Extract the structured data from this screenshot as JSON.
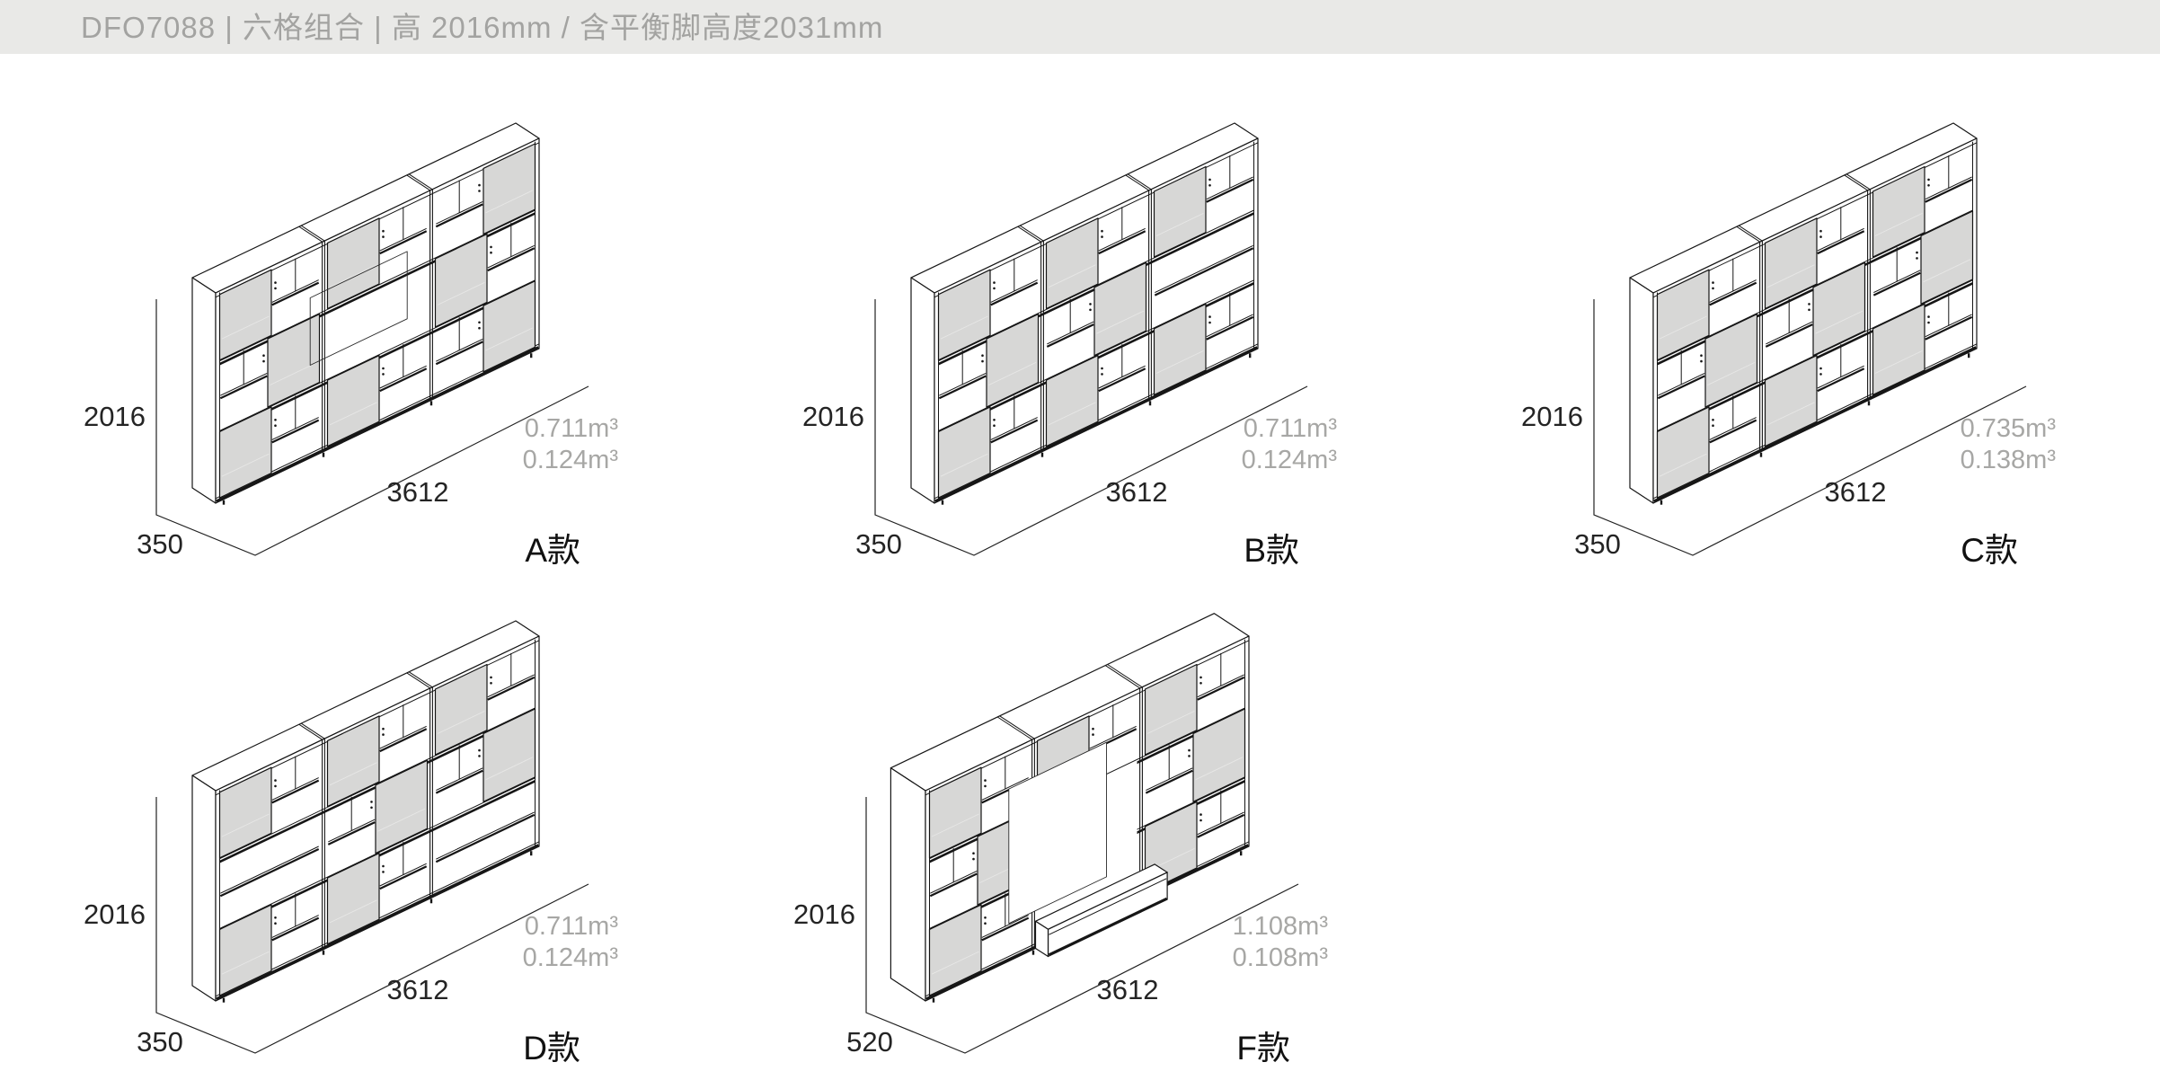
{
  "header": {
    "title": "DFO7088 | 六格组合 | 高 2016mm / 含平衡脚高度2031mm"
  },
  "colors": {
    "header_bg": "#e9e9e7",
    "header_text": "#a3a3a1",
    "line": "#161616",
    "door_fill": "#d7d7d6",
    "muted_text": "#a7a7a5",
    "dim_text": "#242424"
  },
  "variants": [
    {
      "label": "A款",
      "height": "2016",
      "width": "3612",
      "depth": "350",
      "volumes": [
        "0.711m³",
        "0.124m³"
      ],
      "pattern": [
        [
          "L",
          "R",
          "L"
        ],
        [
          "L",
          "void",
          "L"
        ],
        [
          "R",
          "L",
          "R"
        ]
      ],
      "special": null
    },
    {
      "label": "B款",
      "height": "2016",
      "width": "3612",
      "depth": "350",
      "volumes": [
        "0.711m³",
        "0.124m³"
      ],
      "pattern": [
        [
          "L",
          "R",
          "L"
        ],
        [
          "L",
          "R",
          "L"
        ],
        [
          "L",
          "shelf",
          "L"
        ]
      ],
      "special": null
    },
    {
      "label": "C款",
      "height": "2016",
      "width": "3612",
      "depth": "350",
      "volumes": [
        "0.735m³",
        "0.138m³"
      ],
      "pattern": [
        [
          "L",
          "R",
          "L"
        ],
        [
          "L",
          "R",
          "L"
        ],
        [
          "L",
          "R",
          "L"
        ]
      ],
      "special": null
    },
    {
      "label": "D款",
      "height": "2016",
      "width": "3612",
      "depth": "350",
      "volumes": [
        "0.711m³",
        "0.124m³"
      ],
      "pattern": [
        [
          "L",
          "shelf",
          "L"
        ],
        [
          "L",
          "R",
          "L"
        ],
        [
          "L",
          "R",
          "shelf"
        ]
      ],
      "special": null
    },
    {
      "label": "F款",
      "height": "2016",
      "width": "3612",
      "depth": "520",
      "volumes": [
        "1.108m³",
        "0.108m³"
      ],
      "pattern": [
        [
          "L",
          "R",
          "L"
        ],
        [
          "L",
          "niche",
          "niche"
        ],
        [
          "L",
          "R",
          "L"
        ]
      ],
      "special": "bench"
    }
  ]
}
